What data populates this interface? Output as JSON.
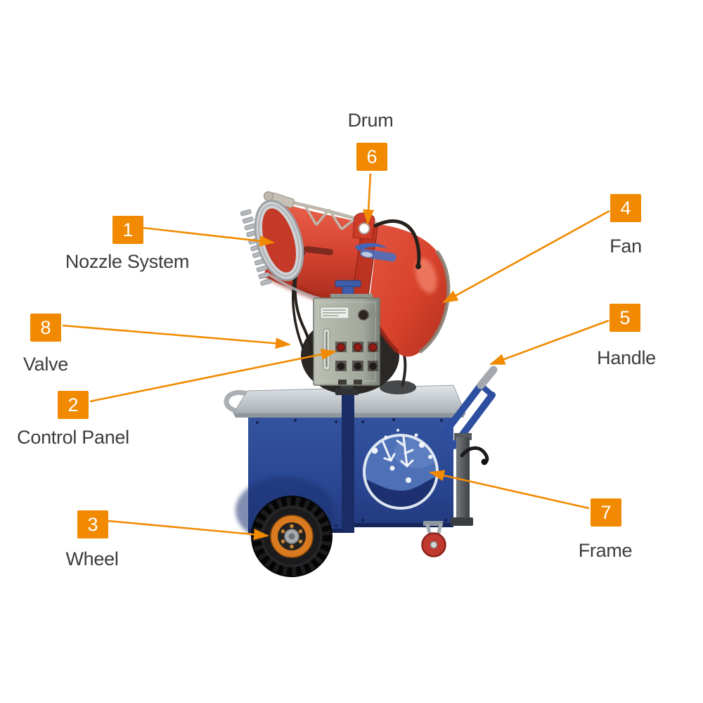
{
  "figure": {
    "type": "labeled-parts-diagram",
    "subject": "snow-making machine",
    "callouts": [
      {
        "number": "1",
        "label": "Nozzle System"
      },
      {
        "number": "2",
        "label": "Control Panel"
      },
      {
        "number": "3",
        "label": "Wheel"
      },
      {
        "number": "4",
        "label": "Fan"
      },
      {
        "number": "5",
        "label": "Handle"
      },
      {
        "number": "6",
        "label": "Drum"
      },
      {
        "number": "7",
        "label": "Frame"
      },
      {
        "number": "8",
        "label": "Valve"
      }
    ],
    "colors": {
      "accent": "#F18A00",
      "label_text": "#3D3C3A",
      "machine_red": "#D13A27",
      "cart_blue": "#2C4C9C",
      "hub_orange": "#D97A20",
      "panel_gray": "#A9ADA2"
    }
  }
}
